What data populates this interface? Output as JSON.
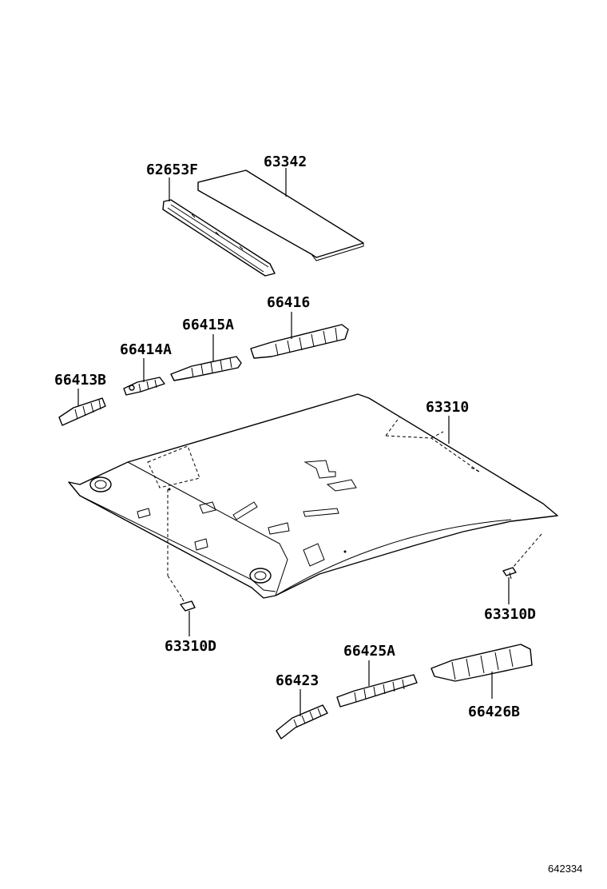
{
  "labels": {
    "p62653F": "62653F",
    "p63342": "63342",
    "p66416": "66416",
    "p66415A": "66415A",
    "p66414A": "66414A",
    "p66413B": "66413B",
    "p63310": "63310",
    "p63310D_left": "63310D",
    "p63310D_right": "63310D",
    "p66425A": "66425A",
    "p66423": "66423",
    "p66426B": "66426B"
  },
  "reference_number": "642334"
}
